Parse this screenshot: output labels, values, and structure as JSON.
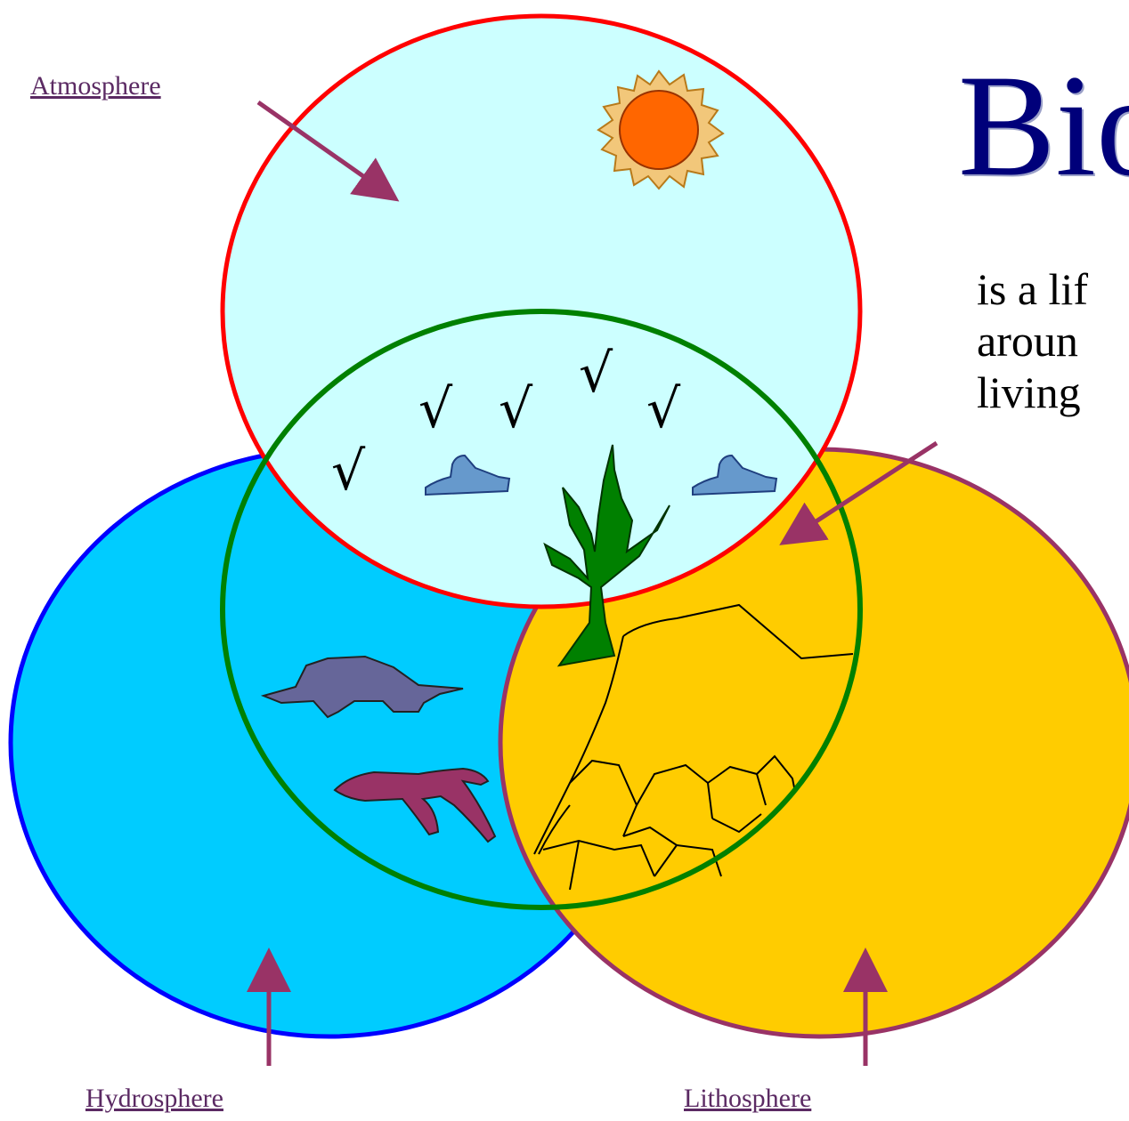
{
  "title": "Bio",
  "description_lines": [
    "is a lif",
    "aroun",
    "living"
  ],
  "links": {
    "atmosphere": "Atmosphere",
    "hydrosphere": "Hydrosphere",
    "lithosphere": "Lithosphere"
  },
  "bird_glyph": "√",
  "colors": {
    "atmosphere_fill": "#ccffff",
    "atmosphere_stroke": "#ff0000",
    "hydrosphere_fill": "#00ccff",
    "hydrosphere_stroke": "#0000ff",
    "lithosphere_fill": "#ffcc00",
    "lithosphere_stroke": "#993366",
    "biosphere_stroke": "#008000",
    "arrow": "#993366",
    "title": "#00007a",
    "link": "#5b2a63"
  }
}
